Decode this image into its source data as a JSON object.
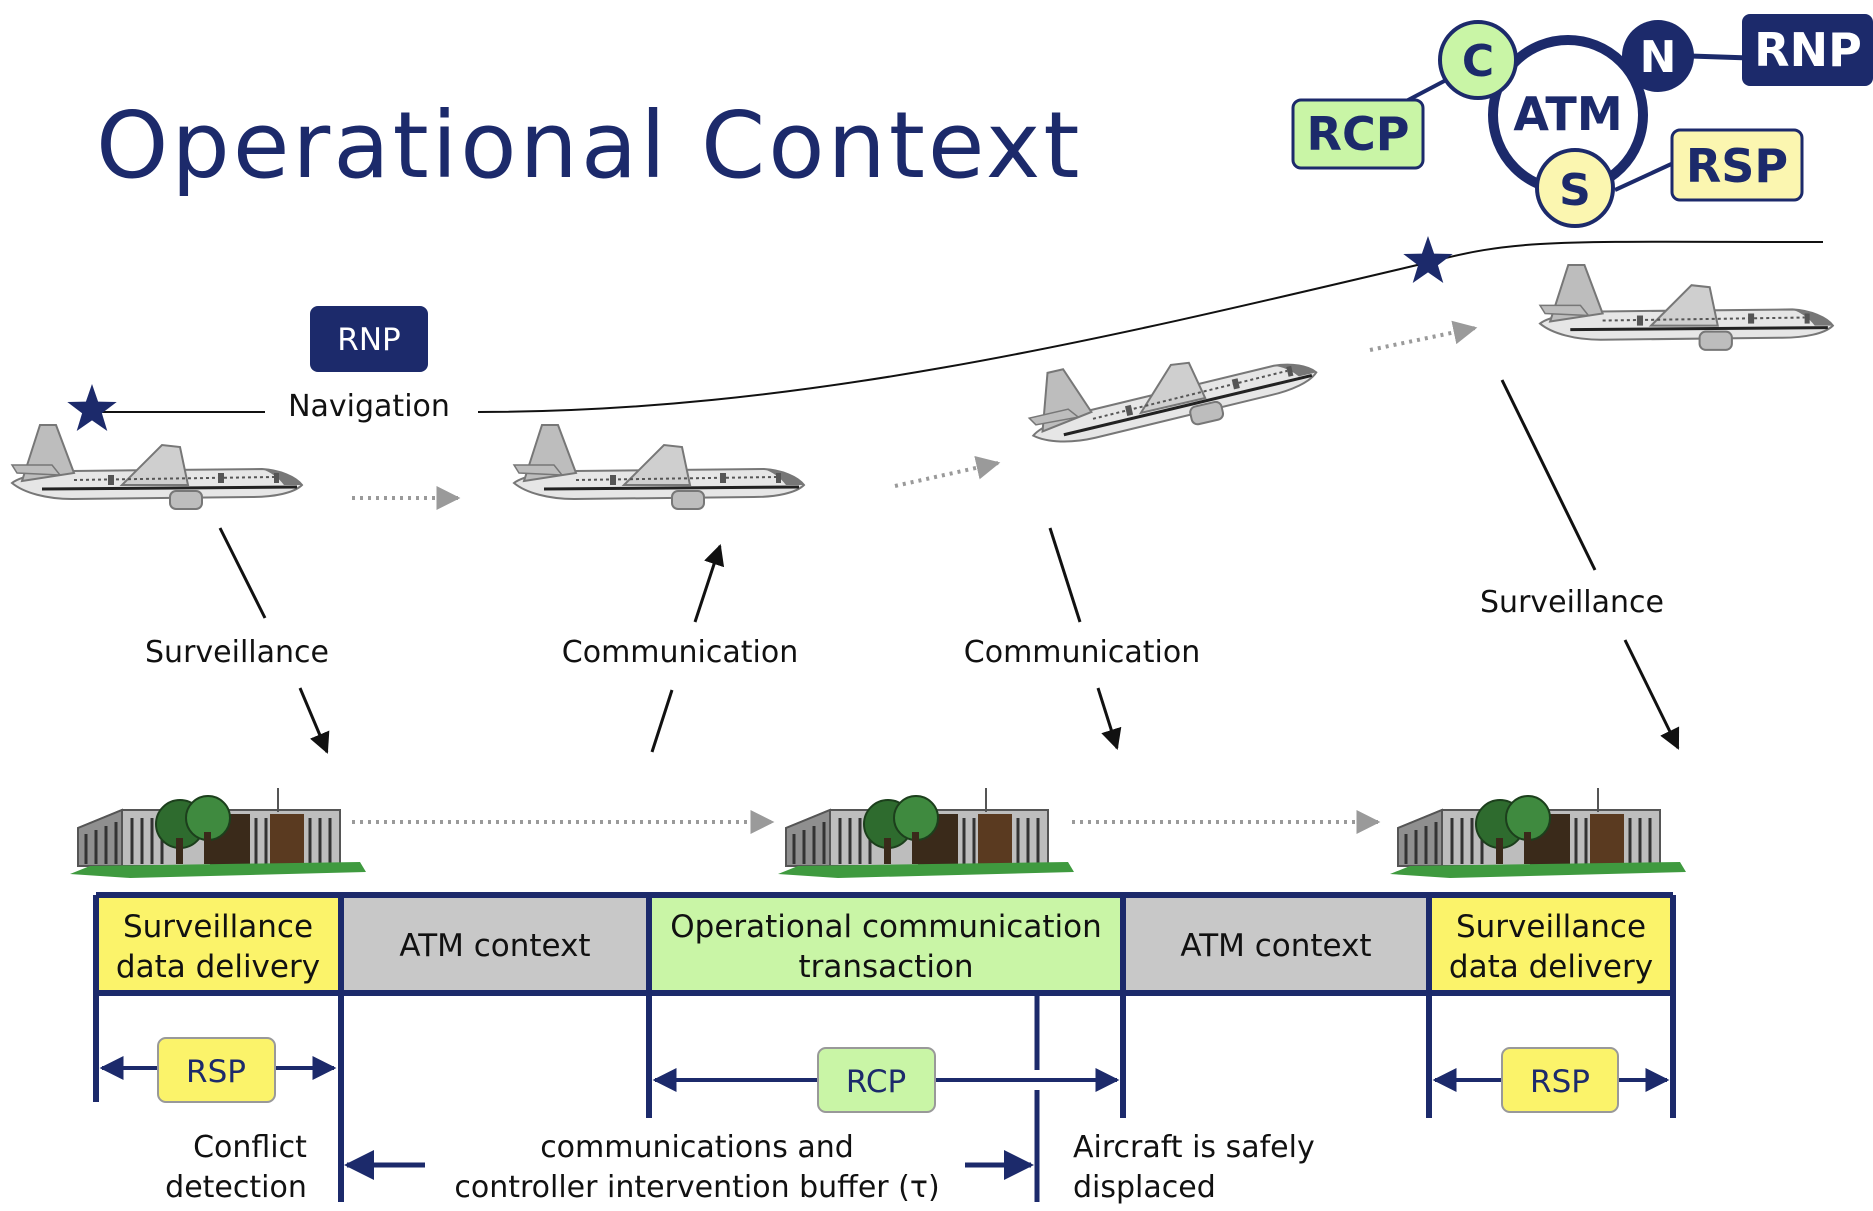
{
  "title": "Operational Context",
  "cns_badge": {
    "center": "ATM",
    "c": "C",
    "n": "N",
    "s": "S",
    "rcp": "RCP",
    "rnp": "RNP",
    "rsp": "RSP"
  },
  "rnp_tag": "RNP",
  "labels": {
    "navigation": "Navigation",
    "surveillance_left": "Surveillance",
    "communication_up": "Communication",
    "communication_down": "Communication",
    "surveillance_right": "Surveillance"
  },
  "timeline": {
    "seg1_line1": "Surveillance",
    "seg1_line2": "data delivery",
    "seg2": "ATM context",
    "seg3_line1": "Operational communication",
    "seg3_line2": "transaction",
    "seg4": "ATM context",
    "seg5_line1": "Surveillance",
    "seg5_line2": "data delivery"
  },
  "measures": {
    "rsp_left": "RSP",
    "rcp": "RCP",
    "rsp_right": "RSP"
  },
  "notes": {
    "conflict_line1": "Conflict",
    "conflict_line2": "detection",
    "buffer_line1": "communications and",
    "buffer_line2": "controller intervention buffer (τ)",
    "displaced_line1": "Aircraft is safely",
    "displaced_line2": "displaced"
  },
  "colors": {
    "navy": "#1c2a6b",
    "green": "#c9f5a6",
    "yellow": "#fbf36a",
    "grey": "#c8c8c8",
    "timeline_border": "#1c2a6b"
  }
}
